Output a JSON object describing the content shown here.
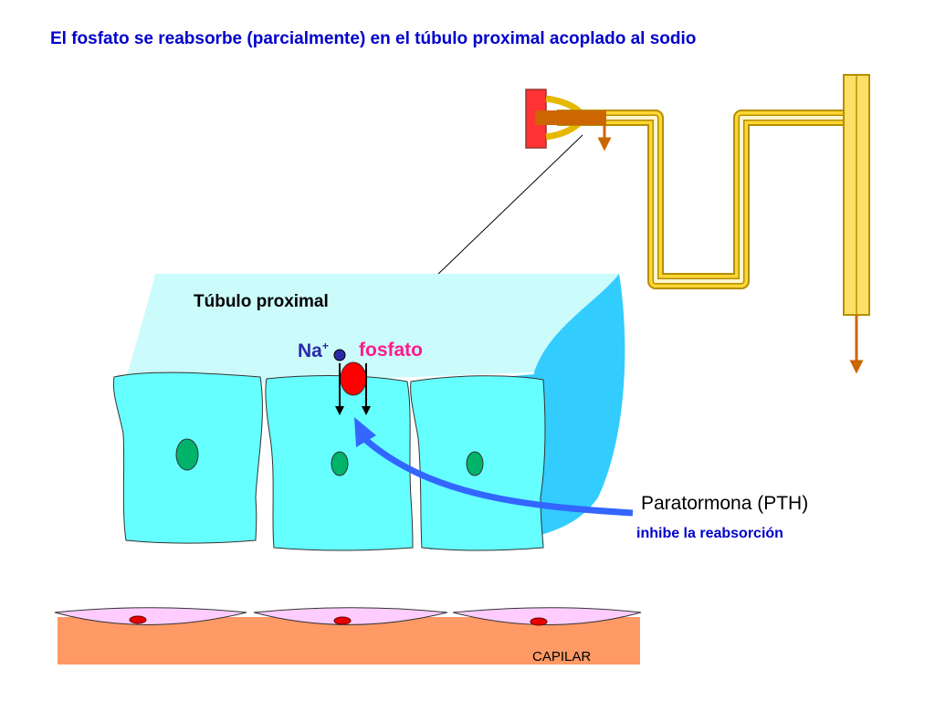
{
  "title": "El fosfato se reabsorbe (parcialmente) en el túbulo proximal acoplado al sodio",
  "labels": {
    "tubulo": "Túbulo proximal",
    "na": "Na",
    "na_charge": "+",
    "fosfato": "fosfato",
    "pth": "Paratormona (PTH)",
    "inhibe": "inhibe la reabsorción",
    "capilar": "CAPILAR"
  },
  "colors": {
    "title": "#0000cc",
    "lumen": "#ccfbfb",
    "tubule_wall": "#33ccff",
    "cell": "#66ffff",
    "nucleus": "#00b36b",
    "capillary": "#ff9966",
    "endothelium": "#ffccff",
    "pth_arrow": "#3366ff",
    "sodium": "#2a2aa8",
    "phosphate": "#ff1a8c",
    "nephron": "#e6b800",
    "collecting_arrow": "#cc6600"
  },
  "icons": {
    "na_ion": "blue-circle-icon",
    "transporter": "red-oval-icon",
    "pth_arrow": "curved-arrow-icon"
  }
}
